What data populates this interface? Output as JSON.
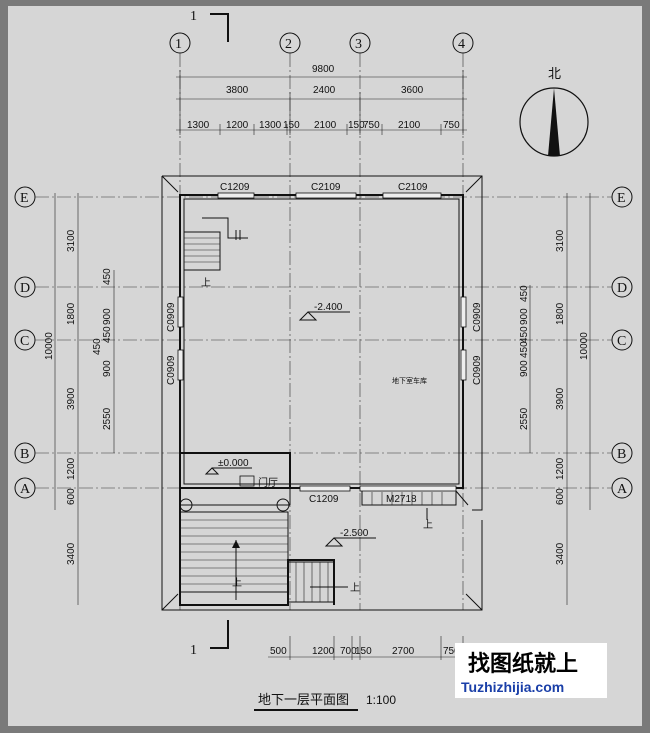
{
  "drawing": {
    "title": "地下一层平面图",
    "scale": "1:100",
    "room_label": "地下室车库",
    "entry_label": "门厅",
    "north_label": "北",
    "section_mark": "1",
    "up_label": "上"
  },
  "axes_vertical": [
    "1",
    "2",
    "3",
    "4"
  ],
  "axes_horizontal": [
    "E",
    "D",
    "C",
    "B",
    "A"
  ],
  "dims_top": {
    "total": "9800",
    "row2": [
      "3800",
      "2400",
      "3600"
    ],
    "row3": [
      "1300",
      "1200",
      "1300",
      "150",
      "2100",
      "150",
      "750",
      "2100",
      "750"
    ]
  },
  "dims_left": {
    "total": "10000",
    "outer": [
      "3100",
      "1800",
      "3900",
      "1200",
      "600",
      "3400"
    ],
    "inner": [
      "450",
      "900",
      "450",
      "450",
      "900",
      "2550"
    ]
  },
  "dims_right": {
    "total": "10000",
    "outer": [
      "3100",
      "1800",
      "3900",
      "1200",
      "600",
      "3400"
    ],
    "inner": [
      "450",
      "900",
      "450",
      "450",
      "900",
      "2550"
    ]
  },
  "dims_bottom": [
    "500",
    "1200",
    "700",
    "150",
    "2700",
    "750"
  ],
  "windows": {
    "top": [
      "C1209",
      "C2109",
      "C2109"
    ],
    "side": [
      "C0909",
      "C0909"
    ],
    "bottom": "C1209",
    "door": "M2718"
  },
  "levels": {
    "garage": "-2.400",
    "entry": "±0.000",
    "outside": "-2.500"
  },
  "logo": {
    "cn": "找图纸就上",
    "en": "Tuzhizhijia.com"
  }
}
